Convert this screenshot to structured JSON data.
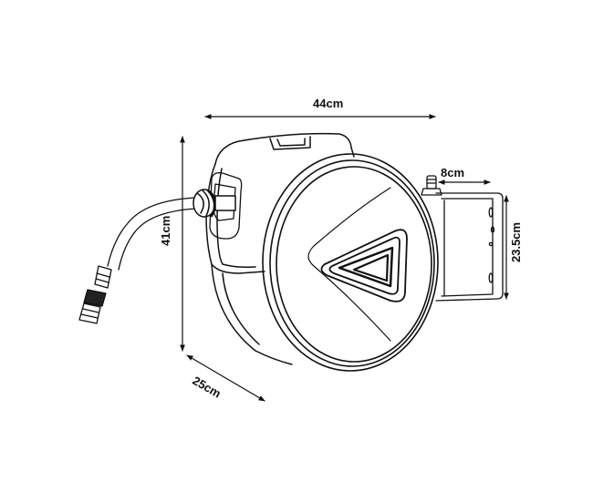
{
  "diagram": {
    "subject": "Wall-mounted retractable garden hose reel",
    "line_color": "#111111",
    "background": "#ffffff",
    "dimensions": {
      "width": "44cm",
      "height": "41cm",
      "depth": "25cm",
      "bracket_depth": "8cm",
      "bracket_height": "23.5cm"
    },
    "parts": [
      "housing",
      "front-cover",
      "triangle-logo",
      "hose",
      "hose-guide",
      "hose-connector",
      "wall-bracket",
      "water-inlet"
    ]
  }
}
